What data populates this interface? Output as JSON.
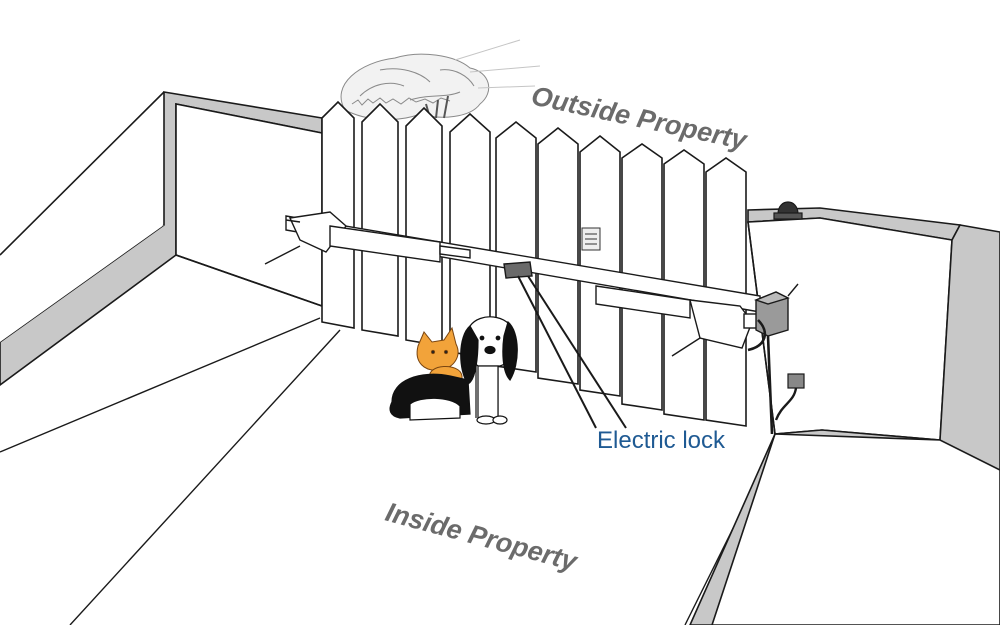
{
  "labels": {
    "outside": "Outside Property",
    "inside": "Inside Property",
    "lock": "Electric lock"
  },
  "colors": {
    "line": "#1a1a1a",
    "wall_shade": "#c8c8c8",
    "lock_label": "#1f5a93",
    "caption": "#6b6b6b",
    "cat": "#f2a33a",
    "dog_dark": "#111111",
    "tree": "#9a9a9a"
  },
  "icons": {
    "tree": "tree-icon",
    "cat": "cat-icon",
    "dog": "dog-icon",
    "warning_lamp": "beacon-lamp-icon",
    "control_box": "control-box-icon",
    "outlet": "power-outlet-icon"
  }
}
